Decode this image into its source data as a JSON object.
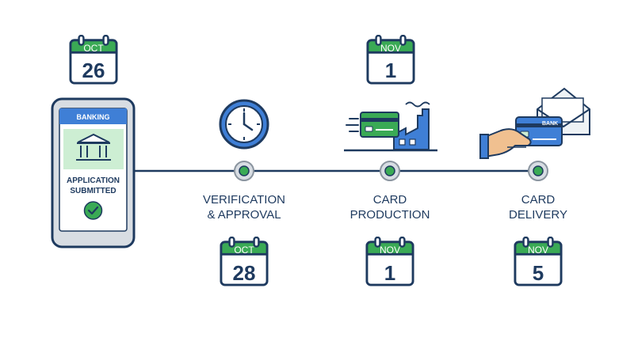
{
  "phone": {
    "header": "BANKING",
    "status_line1": "APPLICATION",
    "status_line2": "SUBMITTED"
  },
  "calendars": {
    "start": {
      "month": "OCT",
      "day": "26",
      "header_color": "#3aaa55"
    },
    "production_top": {
      "month": "NOV",
      "day": "1",
      "header_color": "#3aaa55"
    },
    "verification": {
      "month": "OCT",
      "day": "28",
      "header_color": "#3aaa55"
    },
    "production": {
      "month": "NOV",
      "day": "1",
      "header_color": "#3aaa55"
    },
    "delivery": {
      "month": "NOV",
      "day": "5",
      "header_color": "#3aaa55"
    }
  },
  "stages": {
    "verification": {
      "line1": "VERIFICATION",
      "line2": "& APPROVAL",
      "icon": "clock-icon"
    },
    "production": {
      "line1": "CARD",
      "line2": "PRODUCTION",
      "icon": "factory-icon"
    },
    "delivery": {
      "line1": "CARD",
      "line2": "DELIVERY",
      "icon": "hand-card-envelope-icon"
    }
  },
  "card_label": "BANK",
  "colors": {
    "navy": "#1e3a5f",
    "blue": "#3f7fd6",
    "green": "#3aaa55",
    "light_green": "#cdeed3",
    "node_gray": "#8a949f"
  }
}
